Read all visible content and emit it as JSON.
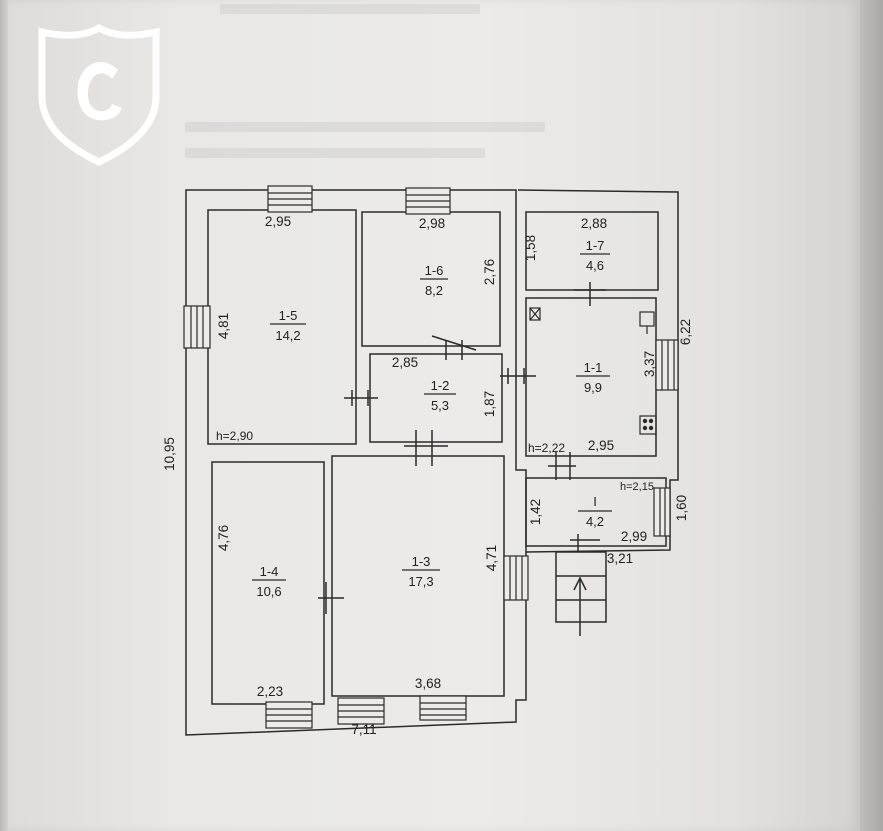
{
  "logo": {
    "letter": "C",
    "fill": "#ffffff"
  },
  "rooms": [
    {
      "id": "1-5",
      "area": "14,2",
      "height": "h=2,90"
    },
    {
      "id": "1-6",
      "area": "8,2"
    },
    {
      "id": "1-7",
      "area": "4,6"
    },
    {
      "id": "1-1",
      "area": "9,9",
      "height": "h=2,22"
    },
    {
      "id": "1-2",
      "area": "5,3"
    },
    {
      "id": "1-4",
      "area": "10,6"
    },
    {
      "id": "1-3",
      "area": "17,3"
    },
    {
      "id": "I",
      "area": "4,2",
      "height": "h=2,15"
    }
  ],
  "dimensions": {
    "r15_width": "2,95",
    "r15_length": "4,81",
    "r16_width": "2,98",
    "r16_length": "2,76",
    "r17_width": "2,88",
    "r17_length": "1,58",
    "r11_length": "3,37",
    "r11_width": "2,95",
    "r12_width": "2,85",
    "r12_length": "1,87",
    "r14_length": "4,76",
    "r14_width": "2,23",
    "r13_width": "3,68",
    "r13_length": "4,71",
    "rI_length": "1,42",
    "rI_width": "2,99",
    "porch_outer_length": "1,60",
    "porch_outer_width": "3,21",
    "building_length": "10,95",
    "building_width": "7,11",
    "right_wing_length": "6,22"
  },
  "colors": {
    "line": "#2a2a2a",
    "paper": "#ecebea"
  }
}
